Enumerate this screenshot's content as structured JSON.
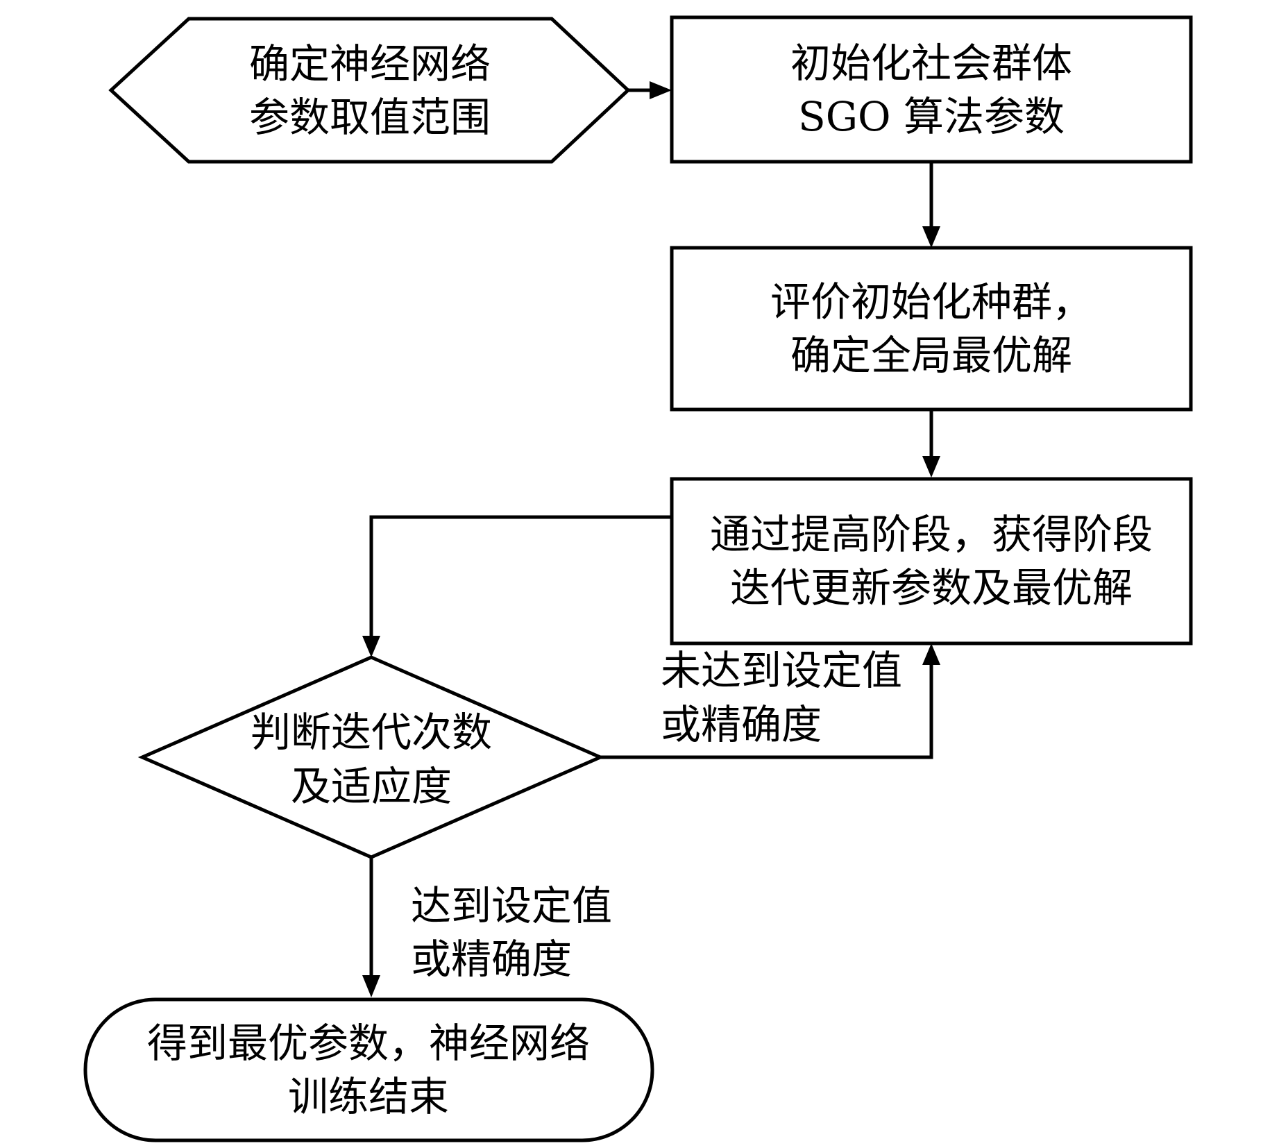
{
  "diagram": {
    "type": "flowchart",
    "colors": {
      "stroke": "#000000",
      "fill": "#ffffff",
      "text": "#000000",
      "background": "#ffffff"
    },
    "nodes": {
      "start": {
        "shape": "hexagon",
        "line1": "确定神经网络",
        "line2": "参数取值范围"
      },
      "init": {
        "shape": "rect",
        "line1": "初始化社会群体",
        "line2": "SGO 算法参数"
      },
      "evaluate": {
        "shape": "rect",
        "line1": "评价初始化种群，",
        "line2": "确定全局最优解"
      },
      "improve": {
        "shape": "rect",
        "line1": "通过提高阶段，获得阶段",
        "line2": "迭代更新参数及最优解"
      },
      "decision": {
        "shape": "diamond",
        "line1": "判断迭代次数",
        "line2": "及适应度"
      },
      "end": {
        "shape": "stadium",
        "line1": "得到最优参数，神经网络",
        "line2": "训练结束"
      }
    },
    "edge_labels": {
      "not_reached": {
        "line1": "未达到设定值",
        "line2": "或精确度"
      },
      "reached": {
        "line1": "达到设定值",
        "line2": "或精确度"
      }
    }
  }
}
